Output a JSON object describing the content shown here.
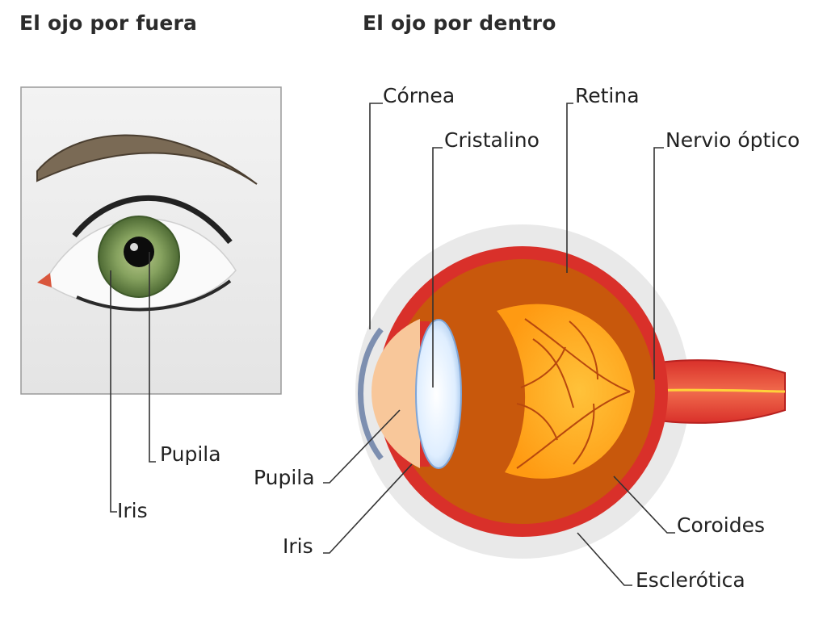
{
  "headings": {
    "outside": "El ojo por fuera",
    "inside": "El ojo por dentro"
  },
  "outside_labels": {
    "pupil": "Pupila",
    "iris": "Iris"
  },
  "inside_labels": {
    "cornea": "Córnea",
    "lens": "Cristalino",
    "retina": "Retina",
    "optic_nerve": "Nervio óptico",
    "pupil": "Pupila",
    "iris": "Iris",
    "choroid": "Coroides",
    "sclera": "Esclerótica"
  },
  "colors": {
    "iris": "#6f8f4e",
    "sclera_wall": "#d9302a",
    "interior": "#c8580c",
    "retina_vessels": "#ffa31a",
    "lens": "#e6f2ff",
    "cornea_fill": "#f8c79a",
    "frame_bg": "#ececec"
  }
}
